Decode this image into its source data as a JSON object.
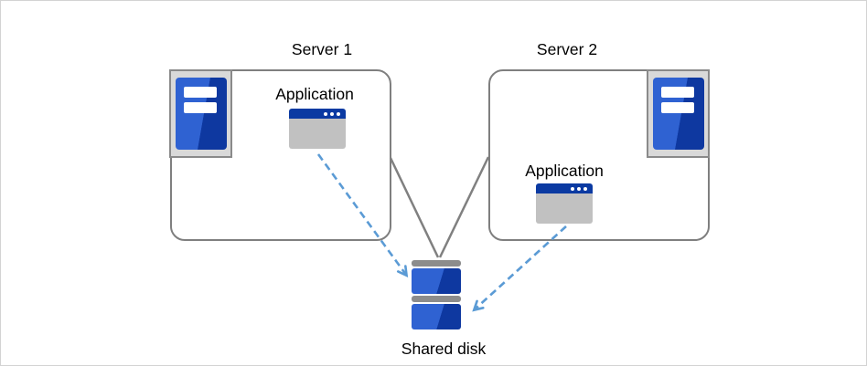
{
  "diagram": {
    "nodes": {
      "server1": {
        "label": "Server 1",
        "application_label": "Application"
      },
      "server2": {
        "label": "Server 2",
        "application_label": "Application"
      },
      "shared_disk": {
        "label": "Shared disk"
      }
    },
    "icons": {
      "server1_icon": "server-tower-icon",
      "server2_icon": "server-tower-icon",
      "app1_icon": "application-window-icon",
      "app2_icon": "application-window-icon",
      "disk_icon": "shared-disk-stack-icon"
    },
    "colors": {
      "page_border": "#d3d3d3",
      "box_border": "#7f7f7f",
      "connector_gray": "#808080",
      "arrow_blue": "#5b9bd5",
      "server_blue_light": "#2f62d2",
      "server_blue_dark": "#0e38a0",
      "app_titlebar_blue": "#0b3aa2",
      "app_body_gray": "#c1c1c1",
      "icon_frame_gray": "#d9d9d9",
      "disk_cap_gray": "#8c8c8c"
    }
  }
}
